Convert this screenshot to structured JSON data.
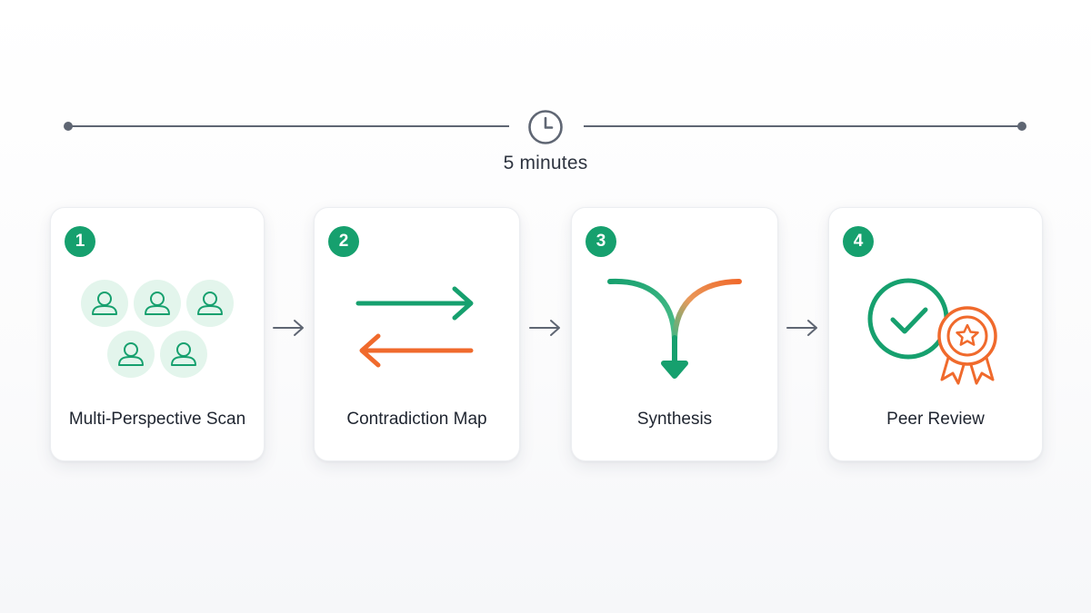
{
  "timeline": {
    "duration_label": "5 minutes",
    "clock_icon": "clock-icon"
  },
  "colors": {
    "accent_green": "#16a06e",
    "accent_orange": "#f06a2c",
    "line_gray": "#5f6673",
    "avatar_bg": "#e3f5ec"
  },
  "steps": [
    {
      "number": "1",
      "label": "Multi-Perspective Scan",
      "icon": "users-group-icon"
    },
    {
      "number": "2",
      "label": "Contradiction Map",
      "icon": "opposing-arrows-icon"
    },
    {
      "number": "3",
      "label": "Synthesis",
      "icon": "merge-arrow-icon"
    },
    {
      "number": "4",
      "label": "Peer Review",
      "icon": "check-award-icon"
    }
  ],
  "connectors": [
    {
      "icon": "arrow-right-icon"
    },
    {
      "icon": "arrow-right-icon"
    },
    {
      "icon": "arrow-right-icon"
    }
  ]
}
